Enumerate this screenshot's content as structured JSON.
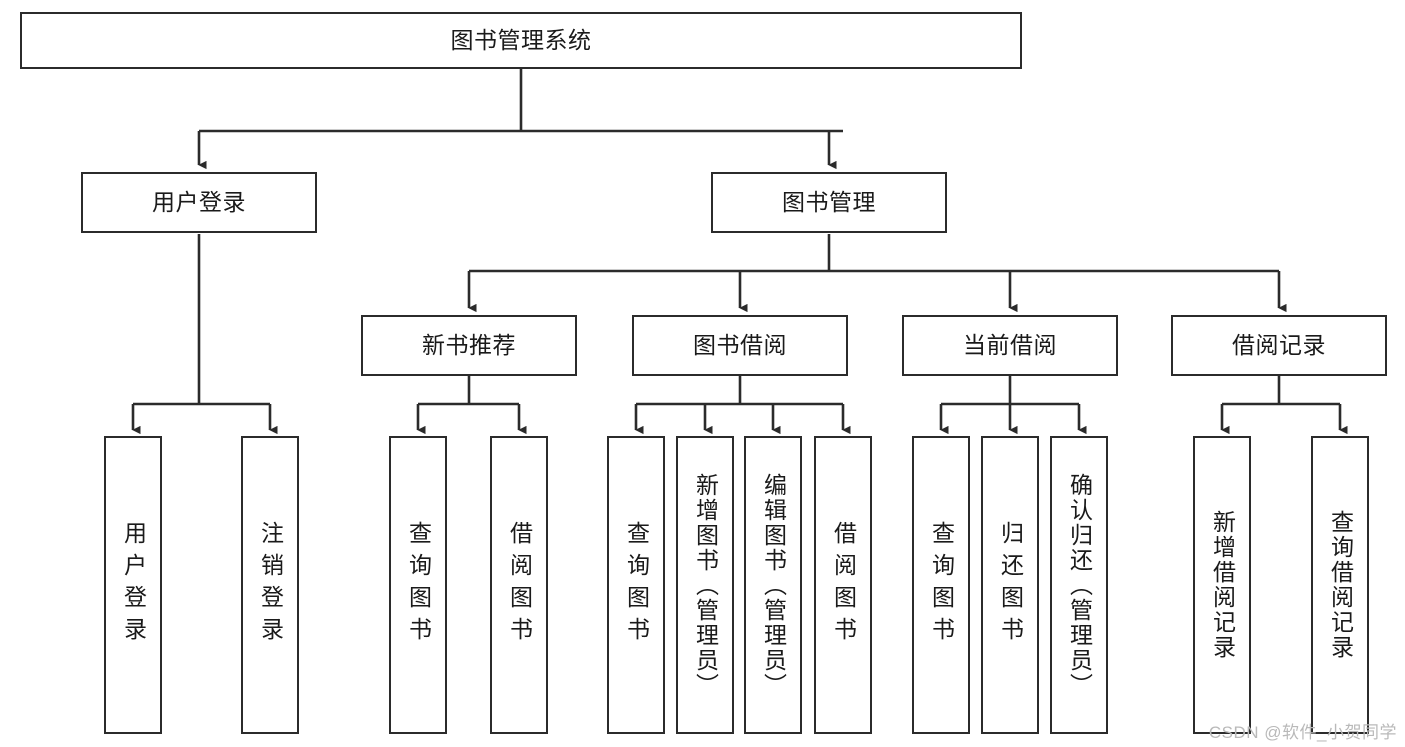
{
  "diagram": {
    "title": "图书管理系统",
    "type": "tree",
    "watermark": "CSDN @软件_小贺同学",
    "colors": {
      "stroke": "#2b2b2b",
      "fill": "#ffffff",
      "text": "#1a1a1a",
      "watermark": "#b9b9b9"
    },
    "nodes": {
      "root": {
        "label": "图书管理系统"
      },
      "level2": [
        {
          "id": "user-login",
          "label": "用户登录"
        },
        {
          "id": "book-manage",
          "label": "图书管理"
        }
      ],
      "level3": [
        {
          "id": "new-book-recommend",
          "label": "新书推荐"
        },
        {
          "id": "book-borrow",
          "label": "图书借阅"
        },
        {
          "id": "current-borrow",
          "label": "当前借阅"
        },
        {
          "id": "borrow-record",
          "label": "借阅记录"
        }
      ],
      "leaves": [
        {
          "id": "leaf-user-login",
          "label": "用户登录",
          "parent": "user-login"
        },
        {
          "id": "leaf-logout-login",
          "label": "注销登录",
          "parent": "user-login"
        },
        {
          "id": "leaf-query-book-1",
          "label": "查询图书",
          "parent": "new-book-recommend"
        },
        {
          "id": "leaf-borrow-book-1",
          "label": "借阅图书",
          "parent": "new-book-recommend"
        },
        {
          "id": "leaf-query-book-2",
          "label": "查询图书",
          "parent": "book-borrow"
        },
        {
          "id": "leaf-add-book",
          "label": "新增图书（管理员）",
          "parent": "book-borrow"
        },
        {
          "id": "leaf-edit-book",
          "label": "编辑图书（管理员）",
          "parent": "book-borrow"
        },
        {
          "id": "leaf-borrow-book-2",
          "label": "借阅图书",
          "parent": "book-borrow"
        },
        {
          "id": "leaf-query-book-3",
          "label": "查询图书",
          "parent": "current-borrow"
        },
        {
          "id": "leaf-return-book",
          "label": "归还图书",
          "parent": "current-borrow"
        },
        {
          "id": "leaf-confirm-return",
          "label": "确认归还（管理员）",
          "parent": "current-borrow"
        },
        {
          "id": "leaf-add-record",
          "label": "新增借阅记录",
          "parent": "borrow-record"
        },
        {
          "id": "leaf-query-record",
          "label": "查询借阅记录",
          "parent": "borrow-record"
        }
      ]
    }
  }
}
